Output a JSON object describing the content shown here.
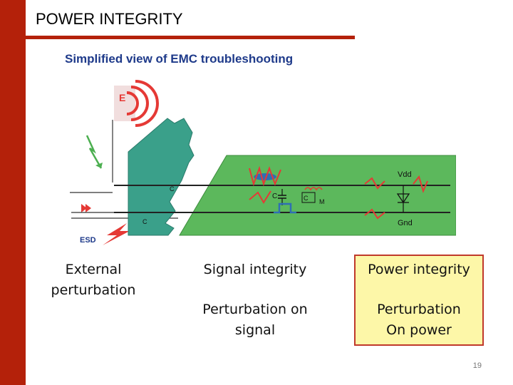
{
  "header": {
    "title": "POWER INTEGRITY",
    "subtitle": "Simplified view of EMC troubleshooting"
  },
  "diagram": {
    "field_label": "E",
    "esd_label": "ESD",
    "vdd_label": "Vdd",
    "gnd_label": "Gnd",
    "c_label": "C",
    "m_label": "M",
    "cvm_label": "C",
    "cgnd_label": "C",
    "cnet_label": "C"
  },
  "columns": {
    "external": {
      "line1": "External",
      "line2": "perturbation"
    },
    "signal": {
      "heading": "Signal integrity",
      "line1": "Perturbation on",
      "line2": "signal"
    },
    "power": {
      "heading": "Power integrity",
      "line1": "Perturbation",
      "line2": "On power"
    }
  },
  "colors": {
    "accent": "#b4210a",
    "subtitle": "#1e3a8a",
    "board": "#5cb85c",
    "highlight": "#fdf7a8",
    "highlight_border": "#c0392b"
  },
  "page": {
    "number": "19"
  }
}
